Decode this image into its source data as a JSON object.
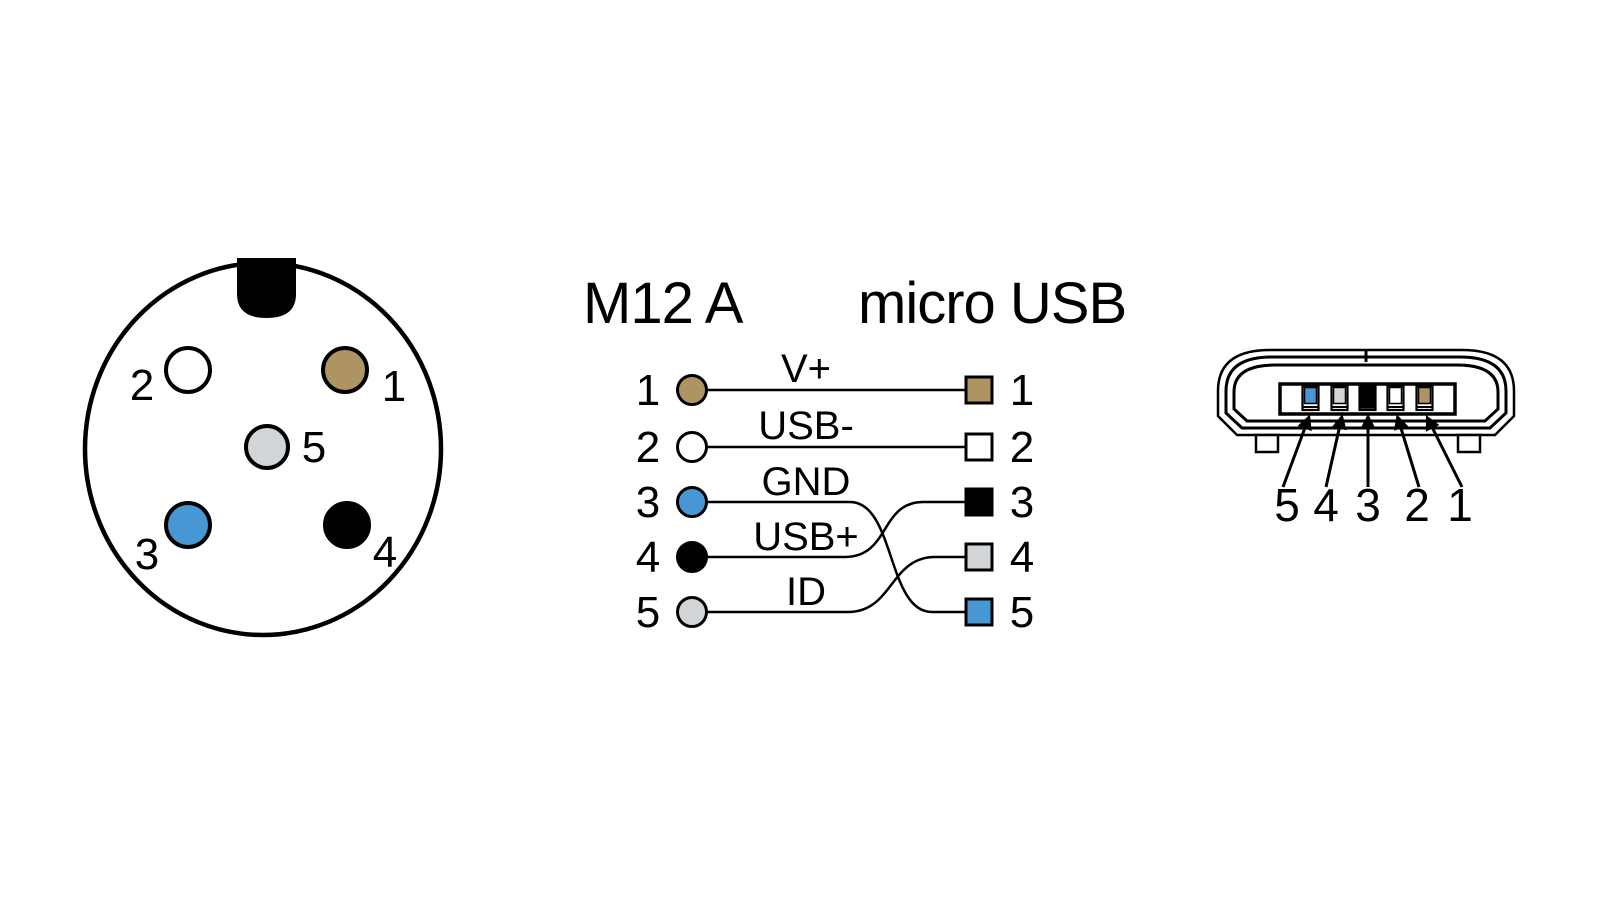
{
  "colors": {
    "brown": "#ae9462",
    "white": "#ffffff",
    "blue": "#4697d3",
    "black": "#000000",
    "gray": "#d2d5d7",
    "line": "#000000"
  },
  "m12_face": {
    "pins": [
      {
        "number": "1",
        "color": "brown"
      },
      {
        "number": "2",
        "color": "white"
      },
      {
        "number": "3",
        "color": "blue"
      },
      {
        "number": "4",
        "color": "black"
      },
      {
        "number": "5",
        "color": "gray"
      }
    ]
  },
  "wiring": {
    "title_left": "M12 A",
    "title_right": "micro USB",
    "m12_pins": [
      {
        "label": "1",
        "color": "brown"
      },
      {
        "label": "2",
        "color": "white"
      },
      {
        "label": "3",
        "color": "blue"
      },
      {
        "label": "4",
        "color": "black"
      },
      {
        "label": "5",
        "color": "gray"
      }
    ],
    "usb_pads": [
      {
        "label": "1",
        "color": "brown"
      },
      {
        "label": "2",
        "color": "white"
      },
      {
        "label": "3",
        "color": "black"
      },
      {
        "label": "4",
        "color": "gray"
      },
      {
        "label": "5",
        "color": "blue"
      }
    ],
    "signals": [
      {
        "name": "V+",
        "from_m12": "1",
        "to_usb": "1"
      },
      {
        "name": "USB-",
        "from_m12": "2",
        "to_usb": "2"
      },
      {
        "name": "GND",
        "from_m12": "3",
        "to_usb": "5"
      },
      {
        "name": "USB+",
        "from_m12": "4",
        "to_usb": "3"
      },
      {
        "name": "ID",
        "from_m12": "5",
        "to_usb": "4"
      }
    ]
  },
  "micro_usb_face": {
    "pins": [
      {
        "number": "5",
        "color": "blue"
      },
      {
        "number": "4",
        "color": "gray"
      },
      {
        "number": "3",
        "color": "black"
      },
      {
        "number": "2",
        "color": "white"
      },
      {
        "number": "1",
        "color": "brown"
      }
    ]
  }
}
